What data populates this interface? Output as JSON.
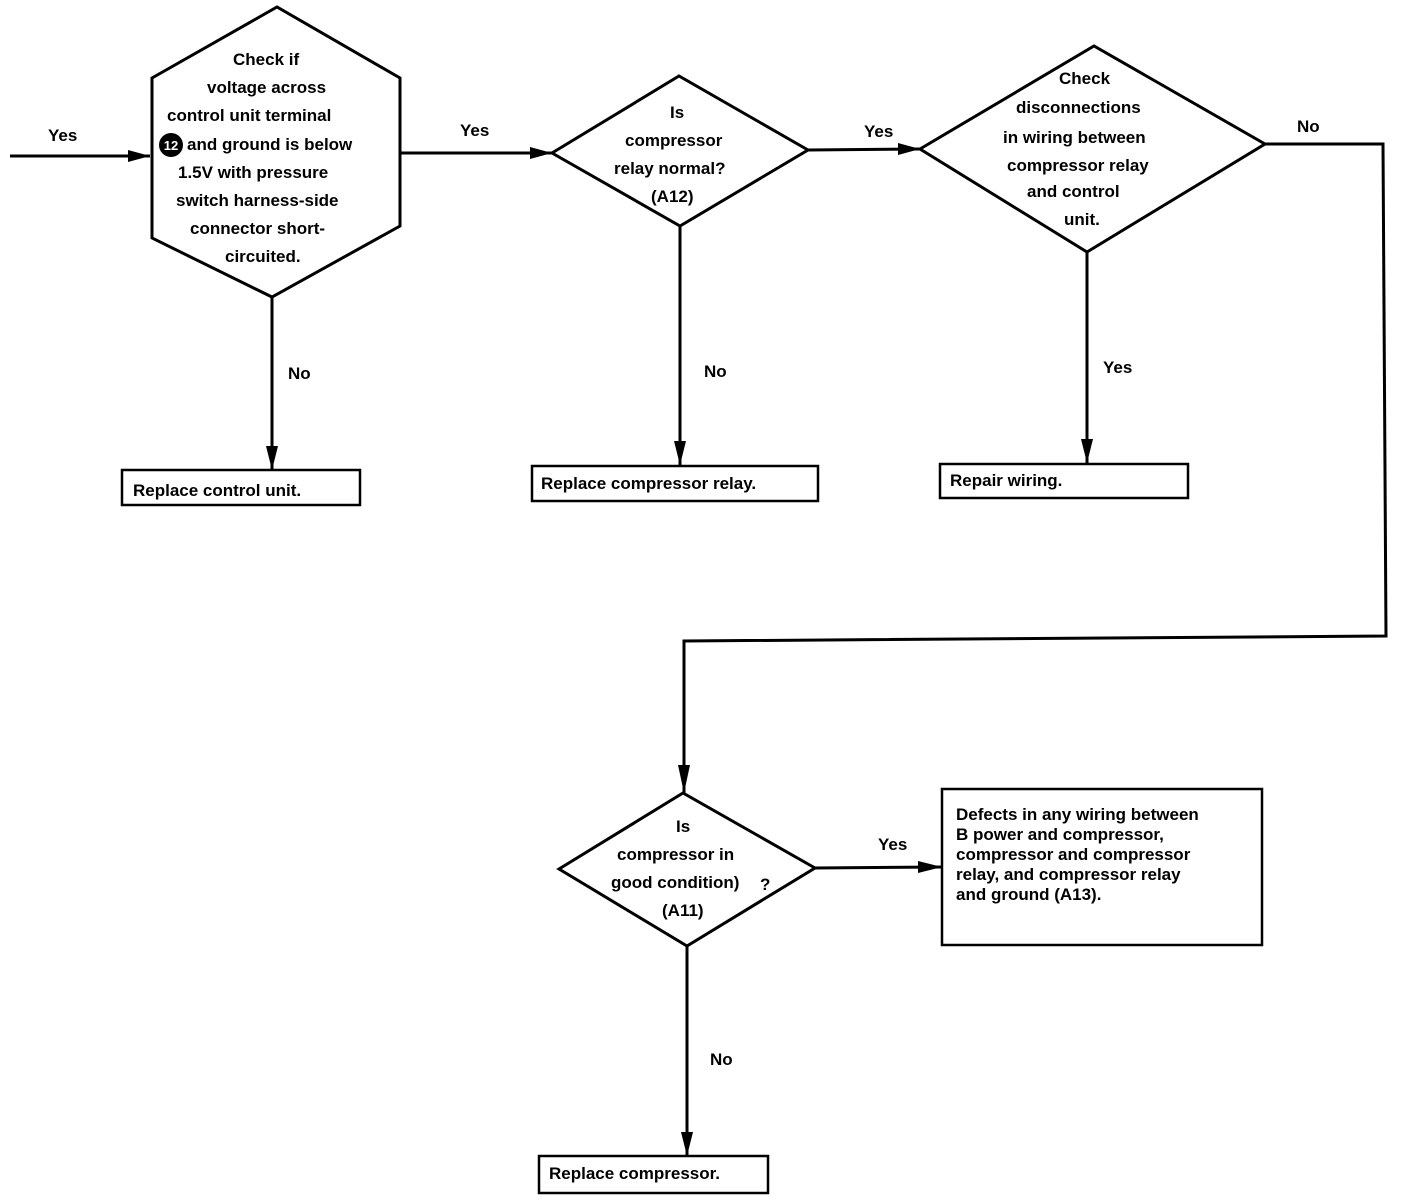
{
  "edges": {
    "entry": "Yes",
    "hex_no": "No",
    "hex_yes": "Yes",
    "relay_no": "No",
    "relay_yes": "Yes",
    "wiring_yes": "Yes",
    "wiring_no": "No",
    "comp_yes": "Yes",
    "comp_no": "No"
  },
  "hexagon": {
    "lines": [
      "Check if",
      "voltage across",
      "control unit terminal",
      "and ground is below",
      "1.5V with pressure",
      "switch harness-side",
      "connector short-",
      "circuited."
    ],
    "terminal": "12"
  },
  "relay_decision": {
    "lines": [
      "Is",
      "compressor",
      "relay normal?",
      "(A12)"
    ]
  },
  "wiring_check": {
    "lines": [
      "Check",
      "disconnections",
      "in wiring between",
      "compressor relay",
      "and control",
      "unit."
    ]
  },
  "compressor_decision": {
    "lines": [
      "Is",
      "compressor in",
      "good condition)",
      "(A11)"
    ],
    "mark": "?"
  },
  "actions": {
    "replace_control_unit": "Replace control unit.",
    "replace_relay": "Replace compressor relay.",
    "repair_wiring": "Repair wiring.",
    "replace_compressor": "Replace compressor.",
    "defects": [
      "Defects in any wiring between",
      "B power and compressor,",
      "compressor and compressor",
      "relay, and compressor relay",
      "and ground (A13)."
    ]
  }
}
